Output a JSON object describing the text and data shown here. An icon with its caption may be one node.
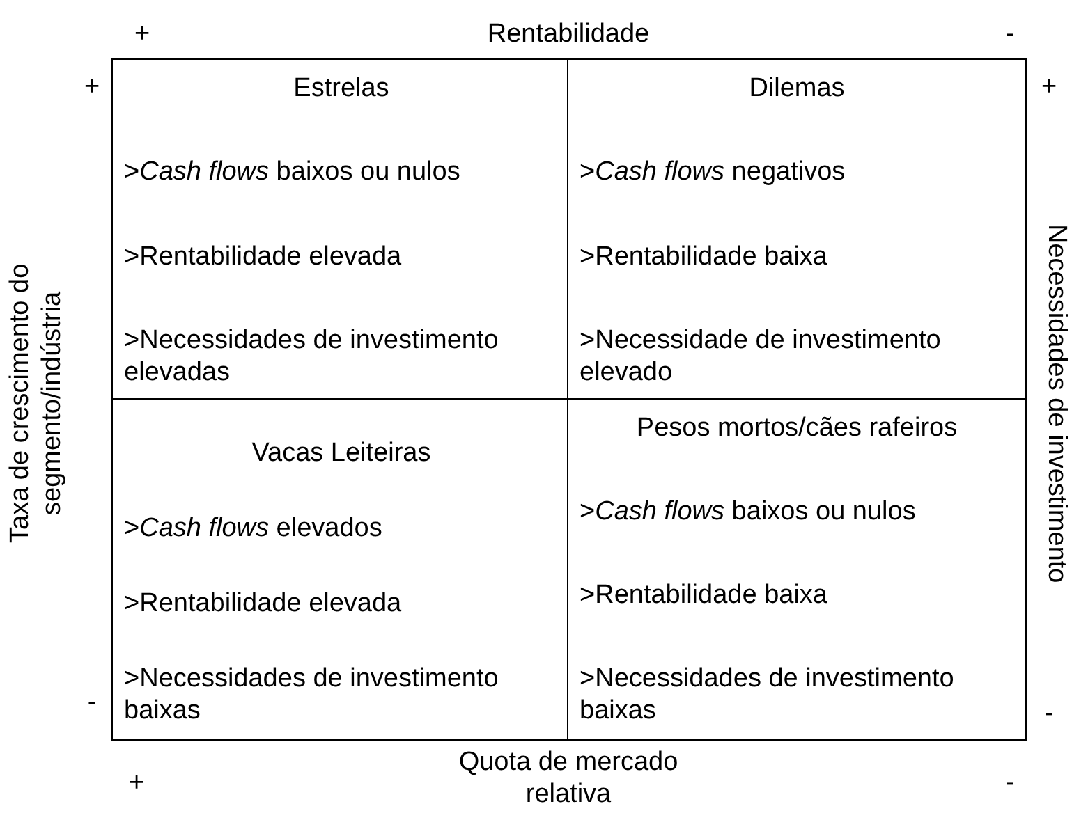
{
  "diagram": {
    "nodes": [
      {
        "text": [
          "Estrelas",
          ">*Cash flows* baixos ou nulos",
          ">Rentabilidade elevada",
          ">Necessidades de investimento elevadas"
        ]
      },
      {
        "text": [
          "Dilemas",
          ">*Cash flows* negativos",
          ">Rentabilidade baixa",
          ">Necessidade de investimento elevado"
        ]
      },
      {
        "text": [
          "Vacas Leiteiras",
          ">*Cash flows* elevados",
          ">Rentabilidade elevada",
          ">Necessidades de investimento baixas"
        ]
      },
      {
        "text": [
          "Pesos mortos/cães rafeiros",
          ">*Cash flows* baixos ou nulos",
          ">Rentabilidade baixa",
          ">Necessidades de investimento baixas"
        ]
      }
    ],
    "edges": [],
    "labels": [
      "+",
      "Rentabilidade",
      "-",
      "+",
      "+",
      "Taxa de crescimento do segmento/indústria",
      "Necessidades de investimento",
      "-",
      "-",
      "Quota de mercado relativa",
      "+",
      "-"
    ]
  }
}
